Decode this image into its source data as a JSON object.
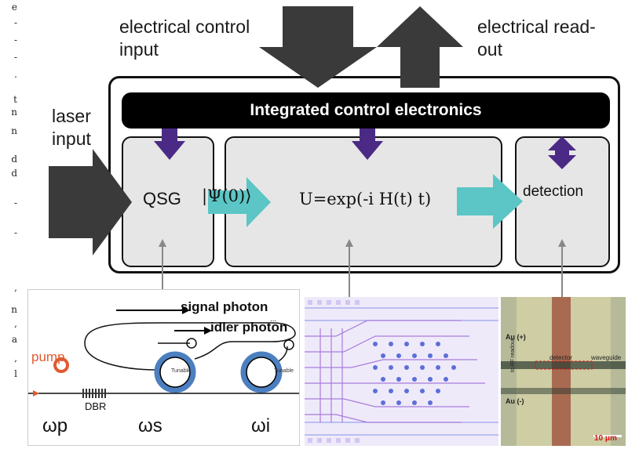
{
  "margin_letters": [
    "e",
    "-",
    "-",
    "-",
    ".",
    "t",
    "n",
    "n",
    "d",
    "d",
    "-",
    "-",
    ",",
    "n",
    ",",
    "a",
    ",",
    "l"
  ],
  "labels": {
    "electrical_control": [
      "electrical control",
      "input"
    ],
    "electrical_readout": [
      "electrical read-",
      "out"
    ],
    "laser_input": [
      "laser",
      "input"
    ]
  },
  "chip": {
    "control_bar": "Integrated control electronics",
    "modules": {
      "qsg": "QSG",
      "state": "|Ψ(0)⟩",
      "unitary": "U=exp(-i H(t) t)",
      "detection": "detection"
    }
  },
  "photo_source": {
    "signal_photon": "signal photon",
    "idler_photon": "idler photon",
    "pump": "pump",
    "dbr": "DBR",
    "tunable": "Tunable",
    "omega_p": "ωp",
    "omega_s": "ωs",
    "omega_i": "ωi"
  },
  "photo_detector": {
    "au_plus": "Au (+)",
    "au_minus": "Au (-)",
    "detector": "detector",
    "waveguide": "waveguide",
    "to_rf": "to RF readout",
    "scale": "10 μm"
  },
  "colors": {
    "arrow_dark": "#3a3a3a",
    "arrow_purple": "#4b2a86",
    "arrow_teal": "#5cc5c5",
    "control_bar": "#000000",
    "module_fill": "#e6e6e6"
  }
}
